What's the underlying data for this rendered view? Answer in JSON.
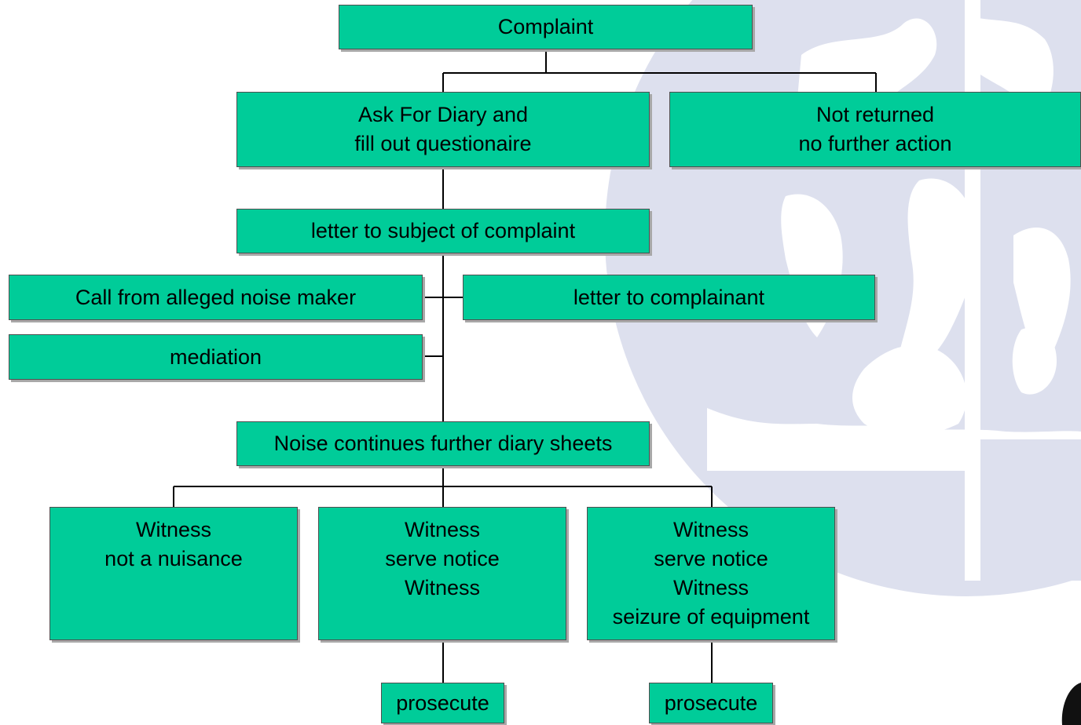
{
  "diagram": {
    "nodes": {
      "complaint": [
        "Complaint"
      ],
      "ask_diary": [
        "Ask For Diary and",
        "fill out questionaire"
      ],
      "not_returned": [
        "Not returned",
        "no further action"
      ],
      "letter_subject": [
        "letter to subject of complaint"
      ],
      "call_noise_maker": [
        "Call from alleged noise maker"
      ],
      "letter_complainant": [
        "letter to complainant"
      ],
      "mediation": [
        "mediation"
      ],
      "noise_continues": [
        "Noise continues further diary sheets"
      ],
      "witness_1": [
        "Witness",
        "not a nuisance"
      ],
      "witness_2": [
        "Witness",
        "serve notice",
        "Witness"
      ],
      "witness_3": [
        "Witness",
        "serve notice",
        "Witness",
        "seizure of equipment"
      ],
      "prosecute_1": [
        "prosecute"
      ],
      "prosecute_2": [
        "prosecute"
      ]
    },
    "edges": [
      [
        "complaint",
        "ask_diary"
      ],
      [
        "complaint",
        "not_returned"
      ],
      [
        "ask_diary",
        "letter_subject"
      ],
      [
        "letter_subject",
        "call_noise_maker"
      ],
      [
        "letter_subject",
        "letter_complainant"
      ],
      [
        "letter_subject",
        "mediation"
      ],
      [
        "letter_subject",
        "noise_continues"
      ],
      [
        "noise_continues",
        "witness_1"
      ],
      [
        "noise_continues",
        "witness_2"
      ],
      [
        "noise_continues",
        "witness_3"
      ],
      [
        "witness_2",
        "prosecute_1"
      ],
      [
        "witness_3",
        "prosecute_2"
      ]
    ]
  },
  "colors": {
    "node_fill": "#00cc99",
    "node_border": "#4f4f4f",
    "node_shadow": "#a8a8a8",
    "connector": "#000000",
    "emblem": "#dde0ee"
  }
}
